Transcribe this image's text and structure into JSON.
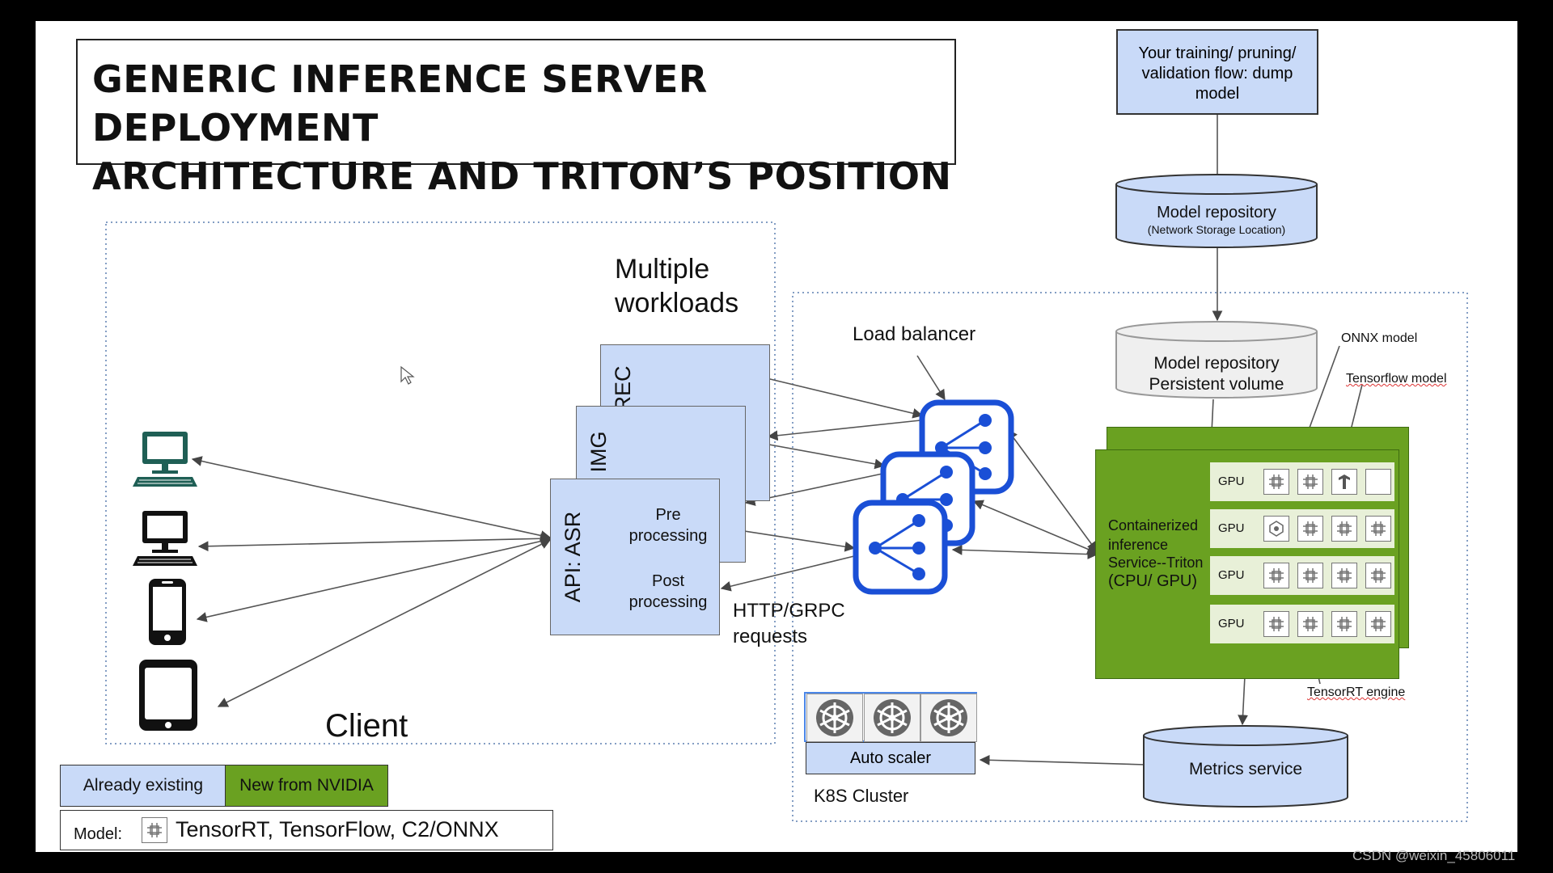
{
  "title": {
    "line1": "GENERIC INFERENCE SERVER DEPLOYMENT",
    "line2": "ARCHITECTURE AND TRITON’S POSITION"
  },
  "training_flow": {
    "line1": "Your training/ pruning/",
    "line2": "validation flow: dump",
    "line3": "model"
  },
  "model_repo_storage": {
    "title": "Model repository",
    "subtitle": "(Network Storage Location)"
  },
  "model_repo_pv": {
    "line1": "Model repository",
    "line2": "Persistent volume"
  },
  "workloads": {
    "label_line1": "Multiple",
    "label_line2": "workloads",
    "rec": "REC",
    "img": "IMG",
    "asr": "API: ASR",
    "pre_line1": "Pre",
    "pre_line2": "processing",
    "post_line1": "Post",
    "post_line2": "processing"
  },
  "requests": {
    "line1": "HTTP/GRPC",
    "line2": "requests"
  },
  "load_balancer": "Load balancer",
  "client_label": "Client",
  "triton": {
    "line1": "Containerized",
    "line2": "inference",
    "line3": "Service--Triton",
    "line4": "(CPU/ GPU)"
  },
  "gpu_rows": [
    "GPU",
    "GPU",
    "GPU",
    "GPU"
  ],
  "annotations": {
    "onnx": "ONNX model",
    "tensorflow": "Tensorflow model",
    "tensorrt": "TensorRT engine"
  },
  "k8s": {
    "autoscaler": "Auto scaler",
    "cluster": "K8S Cluster"
  },
  "metrics": "Metrics service",
  "legend": {
    "existing": "Already existing",
    "nvidia": "New from NVIDIA",
    "model_label": "Model:",
    "model_types": "TensorRT, TensorFlow, C2/ONNX"
  },
  "watermark": "CSDN @weixin_45806011",
  "colors": {
    "existing_blue": "#c9daf8",
    "nvidia_green": "#6aa121",
    "arrow": "#555555",
    "lb_blue": "#1a4fd6"
  },
  "icons": {
    "client_devices": [
      "desktop-computer-icon",
      "desktop-computer-icon",
      "smartphone-icon",
      "tablet-icon"
    ],
    "load_balancers": [
      "load-balancer-icon",
      "load-balancer-icon",
      "load-balancer-icon"
    ],
    "k8s": [
      "kubernetes-wheel-icon",
      "kubernetes-wheel-icon",
      "kubernetes-wheel-icon"
    ],
    "model_chips": [
      "tensorrt-chip-icon",
      "onnx-chip-icon",
      "tensorflow-chip-icon",
      "empty-slot-icon"
    ]
  }
}
